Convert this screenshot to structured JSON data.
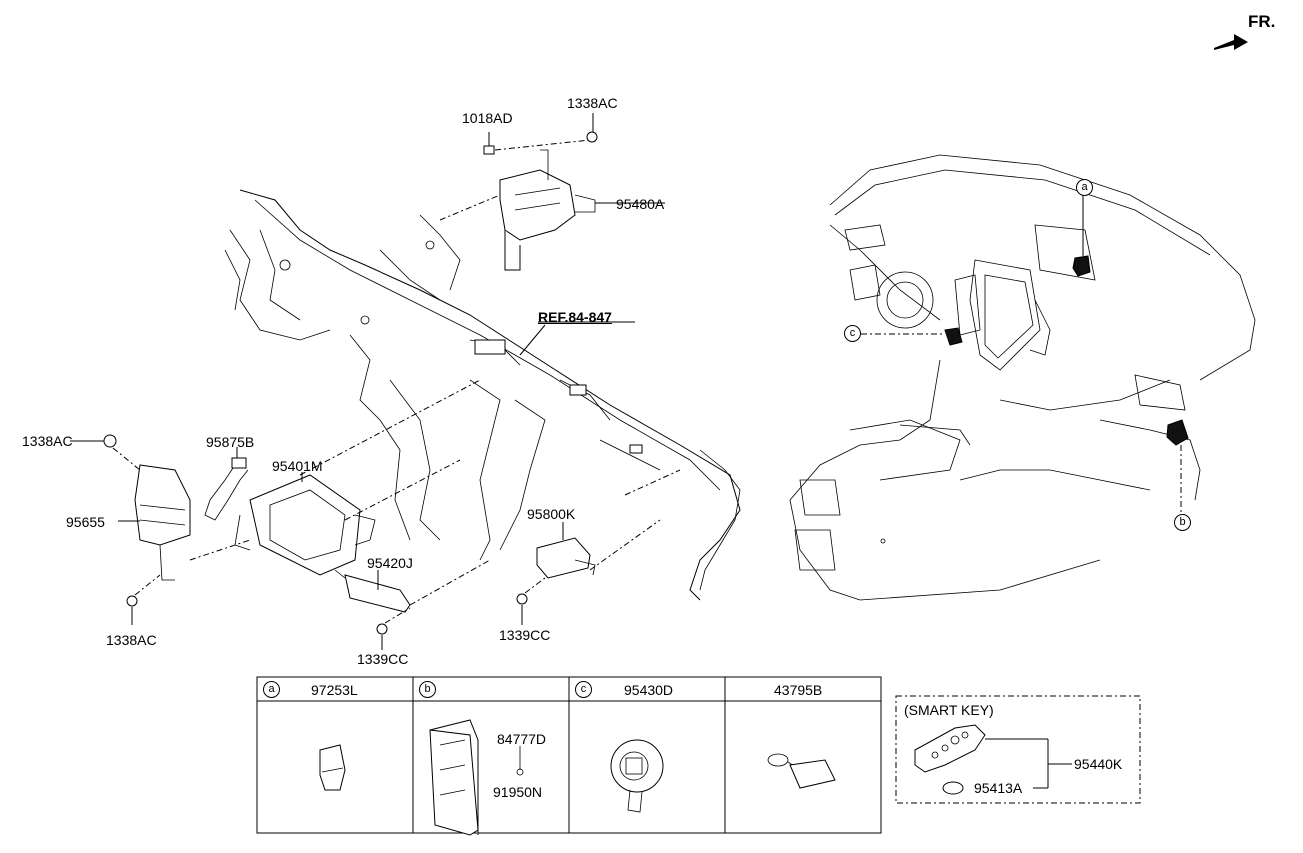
{
  "orientation": {
    "label": "FR.",
    "icon": "front-arrow-icon"
  },
  "callouts": {
    "p1018AD": "1018AD",
    "p1338AC_top": "1338AC",
    "p95480A": "95480A",
    "ref": "REF.84-847",
    "p1338AC_left": "1338AC",
    "p95875B": "95875B",
    "p95401M": "95401M",
    "p95655": "95655",
    "p1338AC_bottom": "1338AC",
    "p95420J": "95420J",
    "p1339CC_left": "1339CC",
    "p95800K": "95800K",
    "p1339CC_right": "1339CC"
  },
  "location_markers": {
    "a": "a",
    "b": "b",
    "c": "c"
  },
  "parts_table": {
    "cells": [
      {
        "marker": "a",
        "part": "97253L",
        "icon": "switch-icon"
      },
      {
        "marker": "b",
        "sub_parts": [
          "84777D",
          "91950N"
        ],
        "icon": "module-icon"
      },
      {
        "marker": "c",
        "part": "95430D",
        "icon": "start-button-icon"
      },
      {
        "marker": "",
        "part": "43795B",
        "icon": "tag-icon"
      }
    ]
  },
  "smart_key": {
    "title": "(SMART KEY)",
    "key_part": "95440K",
    "battery_part": "95413A",
    "icon": "smart-key-icon"
  }
}
